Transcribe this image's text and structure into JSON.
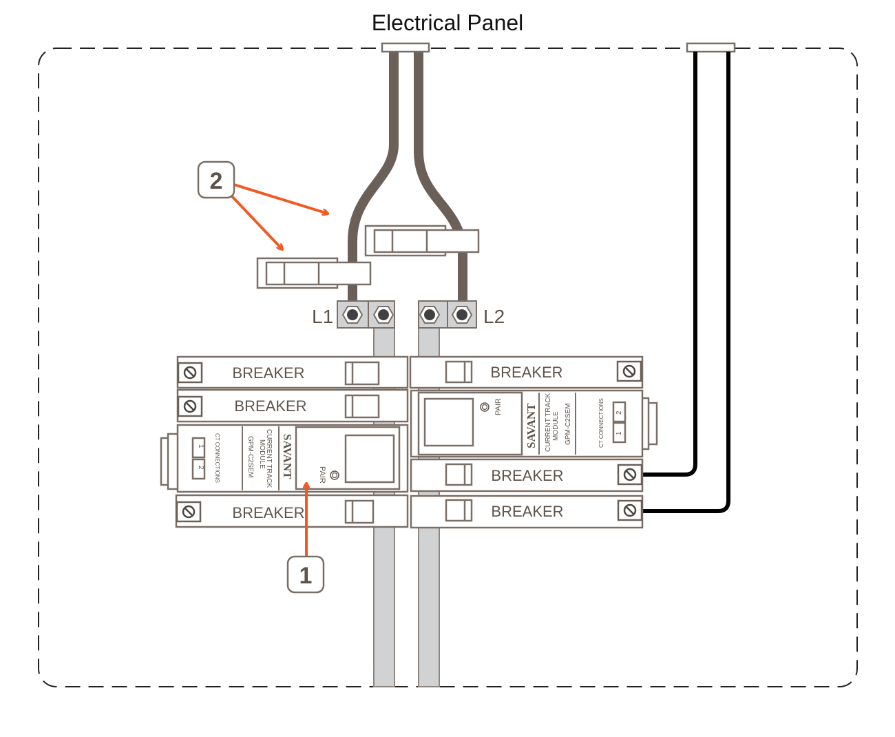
{
  "title": "Electrical Panel",
  "terminals": {
    "left": "L1",
    "right": "L2"
  },
  "breaker_label": "BREAKER",
  "callouts": {
    "one": "1",
    "two": "2"
  },
  "module": {
    "brand": "SAVANT",
    "line1": "CURRENT TRACK",
    "line2": "MODULE",
    "model": "GPM-C2SEM",
    "pair": "PAIR",
    "ct": "CT CONNECTIONS",
    "ct1": "1",
    "ct2": "2",
    "plus": "+",
    "minus": "-"
  },
  "colors": {
    "wire": "#6b6058",
    "accent": "#f15a22",
    "bus": "#d1d2d4",
    "outline": "#7a6e66"
  }
}
